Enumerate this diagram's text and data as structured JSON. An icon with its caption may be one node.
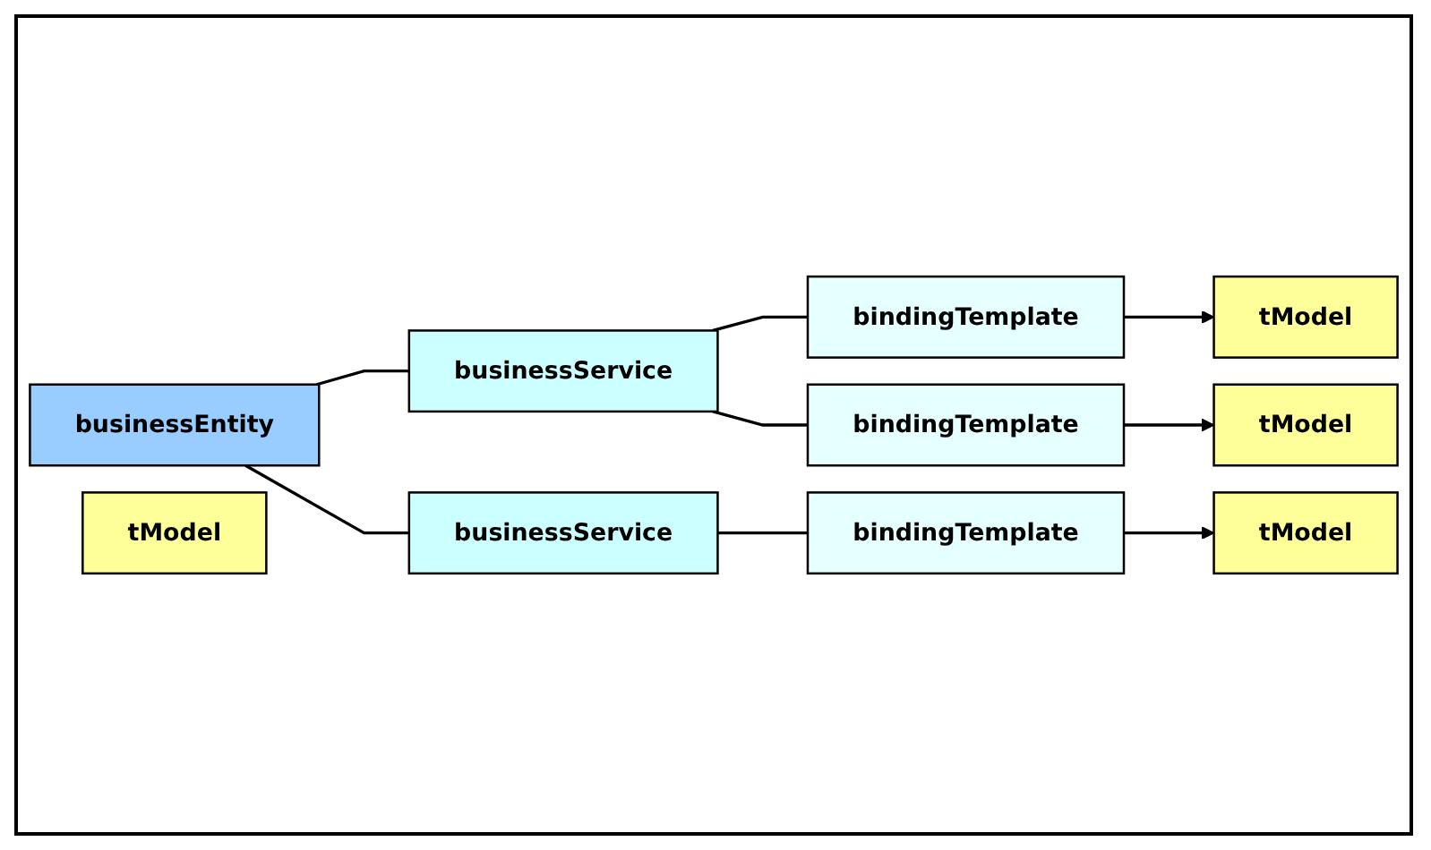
{
  "diagram": {
    "nodes": [
      {
        "text": [
          "businessEntity"
        ]
      },
      {
        "text": [
          "businessService"
        ]
      },
      {
        "text": [
          "bindingTemplate"
        ]
      },
      {
        "text": [
          "bindingTemplate"
        ]
      },
      {
        "text": [
          "businessService"
        ]
      },
      {
        "text": [
          "bindingTemplate"
        ]
      },
      {
        "text": [
          "tModel"
        ]
      },
      {
        "text": [
          "tModel"
        ]
      },
      {
        "text": [
          "tModel"
        ]
      },
      {
        "text": [
          "tModel"
        ]
      }
    ],
    "edges": [
      {
        "from": 0,
        "to": 1,
        "arrow": "none"
      },
      {
        "from": 1,
        "to": 2,
        "arrow": "none"
      },
      {
        "from": 1,
        "to": 3,
        "arrow": "none"
      },
      {
        "from": 0,
        "to": 4,
        "arrow": "none"
      },
      {
        "from": 4,
        "to": 5,
        "arrow": "none"
      },
      {
        "from": 2,
        "to": 6,
        "arrow": "to"
      },
      {
        "from": 3,
        "to": 7,
        "arrow": "to"
      },
      {
        "from": 5,
        "to": 9,
        "arrow": "to"
      }
    ]
  }
}
